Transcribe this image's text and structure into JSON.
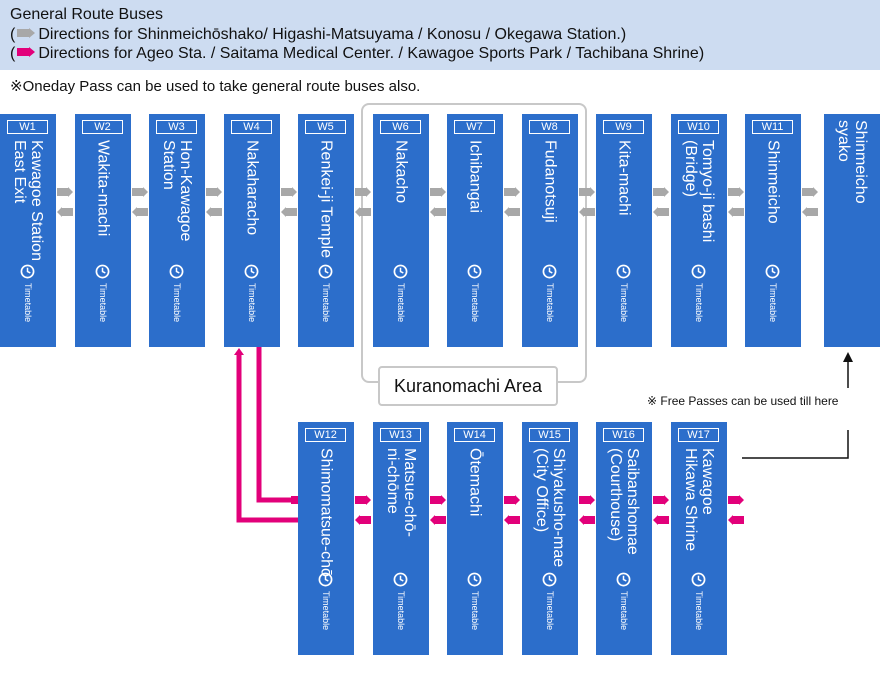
{
  "header": {
    "title": "General Route Buses",
    "dir_gray_prefix": "(",
    "dir_gray": "Directions for Shinmeichōshako/ Higashi-Matsuyama / Konosu / Okegawa Station.)",
    "dir_pink_prefix": "(",
    "dir_pink": "Directions for Ageo Sta. / Saitama Medical Center. / Kawagoe Sports Park / Tachibana Shrine)"
  },
  "note": "※Oneday Pass can be used to take general route buses also.",
  "area_label": "Kuranomachi Area",
  "free_passes_note": "※ Free Passes can be used till here",
  "timetable_label": "Timetable",
  "colors": {
    "stop_bg": "#2c6ecb",
    "gray_arrow": "#a8a8a8",
    "pink_route": "#e2007a",
    "header_bg": "#cddcf1"
  },
  "icons": {
    "clock": "clock-icon",
    "gray_arrow": "arrow-gray-icon",
    "pink_arrow": "arrow-pink-icon"
  },
  "stops_top": [
    {
      "code": "W1",
      "name": "Kawagoe Station\nEast Exit"
    },
    {
      "code": "W2",
      "name": "Wakita-machi"
    },
    {
      "code": "W3",
      "name": "Hon-Kawagoe\nStation"
    },
    {
      "code": "W4",
      "name": "Nakaharacho"
    },
    {
      "code": "W5",
      "name": "Renkei-ji Temple"
    },
    {
      "code": "W6",
      "name": "Nakacho"
    },
    {
      "code": "W7",
      "name": "Ichibangai"
    },
    {
      "code": "W8",
      "name": "Fudanotsuji"
    },
    {
      "code": "W9",
      "name": "Kita-machi"
    },
    {
      "code": "W10",
      "name": "Tomyo-ji bashi\n(Bridge)"
    },
    {
      "code": "W11",
      "name": "Shinmeicho"
    }
  ],
  "terminal": {
    "name": "Shinmeicho\nsyako"
  },
  "stops_bottom": [
    {
      "code": "W12",
      "name": "Shimomatsue-chō"
    },
    {
      "code": "W13",
      "name": "Matsue-chō-\nni-chōme"
    },
    {
      "code": "W14",
      "name": "Ōtemachi"
    },
    {
      "code": "W15",
      "name": "Shiyakusho-mae\n(City Office)"
    },
    {
      "code": "W16",
      "name": "Saibanshomae\n(Courthouse)"
    },
    {
      "code": "W17",
      "name": "Kawagoe\nHikawa Shrine"
    }
  ]
}
